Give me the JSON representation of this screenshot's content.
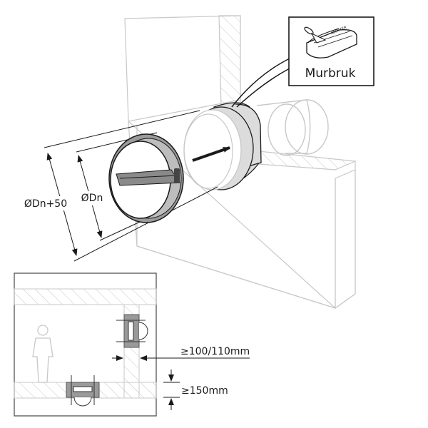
{
  "diagram": {
    "callout_label": "Murbruk",
    "bag_brand_text": "KLOSTER",
    "dimension_outer": "ØDn+50",
    "dimension_inner": "ØDn",
    "min_wall_clearance": "≥100/110mm",
    "min_floor_clearance": "≥150mm"
  },
  "colors": {
    "line": "#1a1a1a",
    "wall_line": "#c8c8c8",
    "damper_fill": "#9a9a9a",
    "mortar_fill": "#dcdcdc"
  }
}
